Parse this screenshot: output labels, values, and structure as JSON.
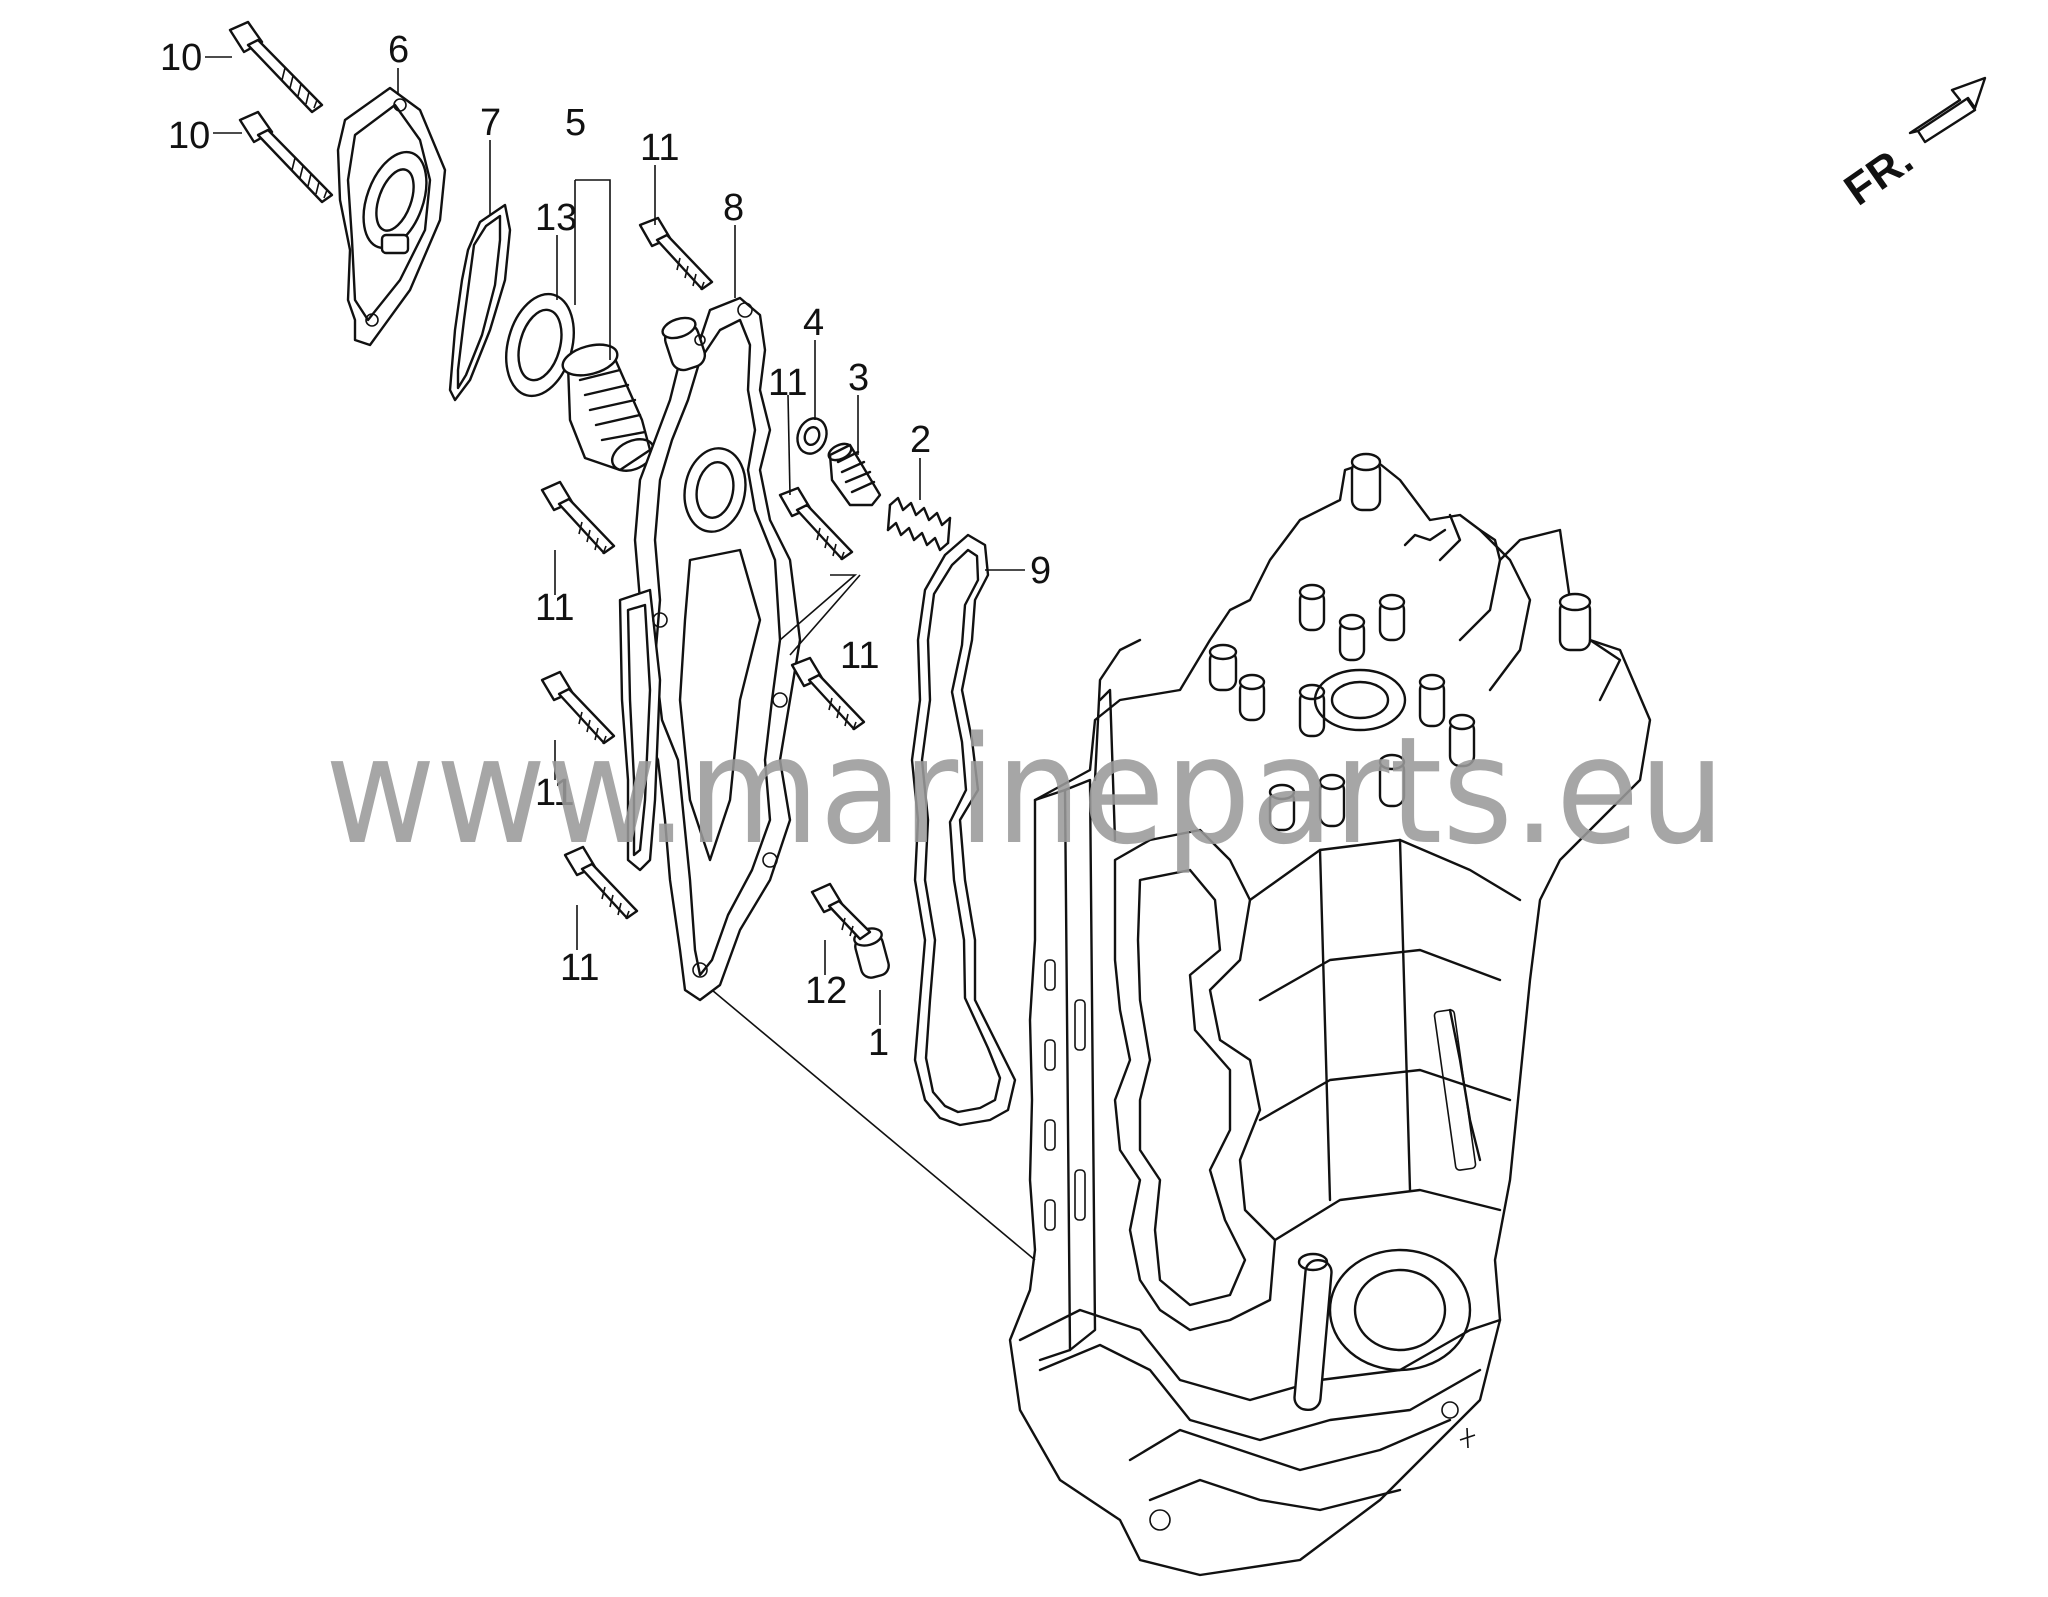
{
  "diagram": {
    "watermark": "www.marineparts.eu",
    "direction_label": "FR.",
    "callouts": {
      "c1": "1",
      "c2": "2",
      "c3": "3",
      "c4": "4",
      "c5": "5",
      "c6": "6",
      "c7": "7",
      "c8": "8",
      "c9": "9",
      "c10a": "10",
      "c10b": "10",
      "c11a": "11",
      "c11b": "11",
      "c11c": "11",
      "c11d": "11",
      "c11e": "11",
      "c11f": "11",
      "c12": "12",
      "c13": "13"
    }
  }
}
